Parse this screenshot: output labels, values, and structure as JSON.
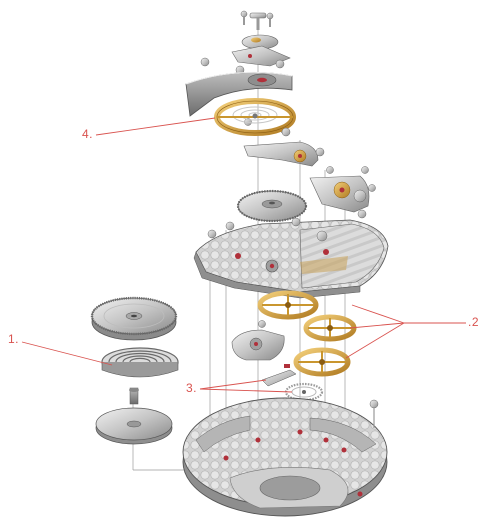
{
  "callouts": [
    {
      "id": "c1",
      "label": "1."
    },
    {
      "id": "c2",
      "label": ".2"
    },
    {
      "id": "c3",
      "label": "3."
    },
    {
      "id": "c4",
      "label": "4."
    }
  ],
  "colors": {
    "leader_line": "#d9534f",
    "steel_light": "#e8e8e8",
    "steel_mid": "#b9b9b9",
    "steel_dark": "#7a7a7a",
    "gold": "#d9a441",
    "gold_dark": "#a8741c",
    "ruby": "#b0303a"
  }
}
